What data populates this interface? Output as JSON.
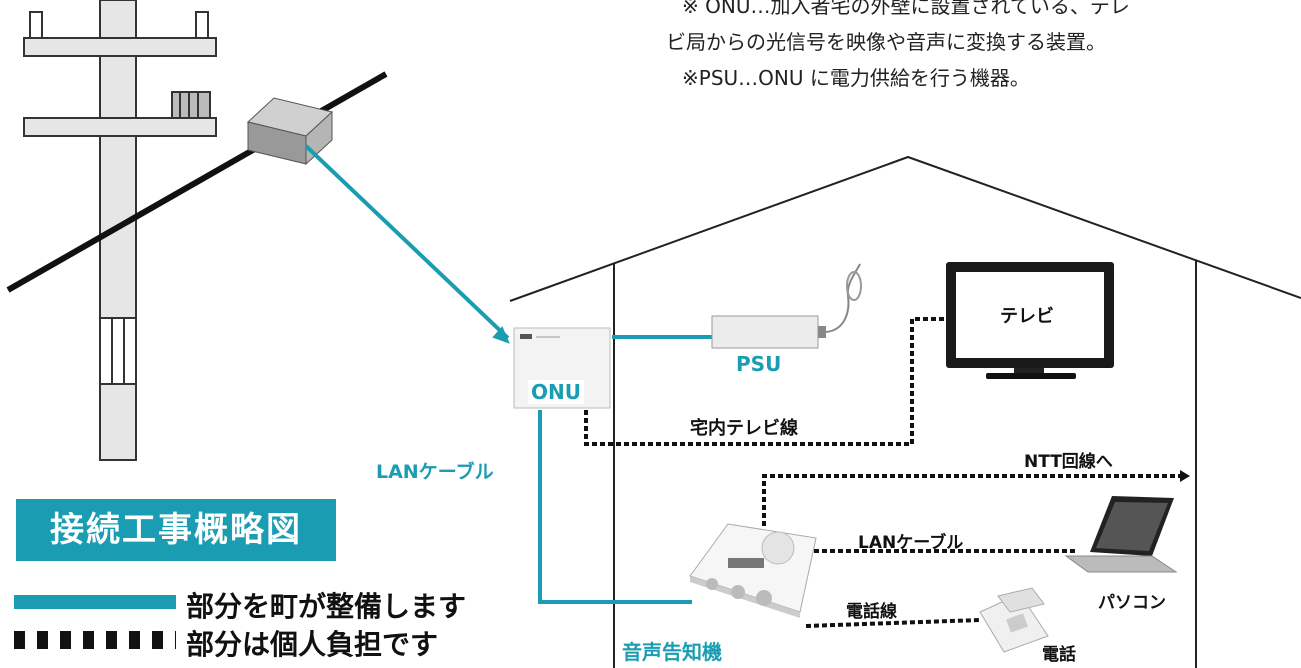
{
  "notes": {
    "onu_note_line1": "※ ONU…加入者宅の外壁に設置されている、テレ",
    "onu_note_line2": "ビ局からの光信号を映像や音声に変換する装置。",
    "psu_note": "※PSU…ONU に電力供給を行う機器。"
  },
  "labels": {
    "tv": "テレビ",
    "psu": "PSU",
    "onu": "ONU",
    "indoor_tv_line": "宅内テレビ線",
    "ntt_line": "NTT回線へ",
    "lan_cable_outdoor": "LANケーブル",
    "lan_cable_indoor": "LANケーブル",
    "telephone_line": "電話線",
    "pc": "パソコン",
    "telephone": "電話",
    "announcer": "音声告知機"
  },
  "legend": {
    "title": "接続工事概略図",
    "solid_text": "部分を町が整備します",
    "dotted_text": "部分は個人負担です"
  },
  "colors": {
    "town_cable": "#1a9db2",
    "personal_cable": "#111111",
    "title_bg": "#1a9db2"
  },
  "icons": [
    "utility-pole-icon",
    "closure-box-icon",
    "onu-device-icon",
    "psu-device-icon",
    "television-icon",
    "audio-announcer-icon",
    "laptop-icon",
    "telephone-icon"
  ]
}
